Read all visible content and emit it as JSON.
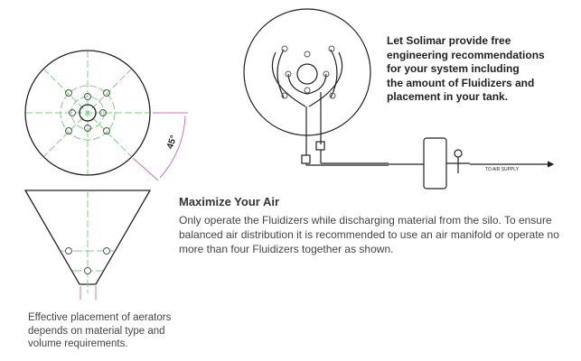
{
  "diagram": {
    "angle_label": "45°",
    "air_supply_label": "TO AIR SUPPLY"
  },
  "promo": {
    "lines": [
      "Let Solimar provide free",
      "engineering recommendations",
      "for your system including",
      "the amount of Fluidizers and",
      "placement in your tank."
    ]
  },
  "section": {
    "heading": "Maximize Your Air",
    "body": "Only operate the Fluidizers while discharging material from the silo. To ensure balanced air distribution it is recommended to use an air manifold or operate no more than four Fluidizers together as shown."
  },
  "caption": "Effective placement of aerators depends on material type and volume requirements.",
  "colors": {
    "centerline": "#7fd07f",
    "dimension": "#d070c8",
    "line": "#222222"
  }
}
